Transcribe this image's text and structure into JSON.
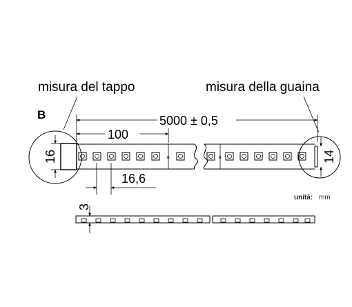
{
  "labels": {
    "cap_size": "misura del tappo",
    "sheath_size": "misura della guaina",
    "section_letter": "B",
    "total_length": "5000 ± 0,5",
    "segment_length": "100",
    "led_pitch": "16,6",
    "cap_height": "16",
    "sheath_height": "14",
    "thickness": "3",
    "unit_label": "unità:",
    "unit_value": "mm"
  }
}
